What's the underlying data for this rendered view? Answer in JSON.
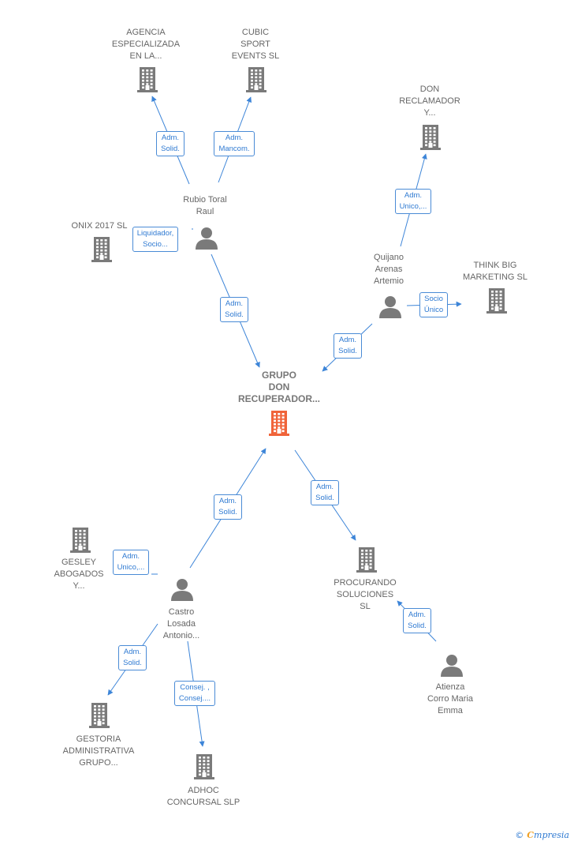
{
  "colors": {
    "edge": "#3d85d8",
    "company": "#7a7a7a",
    "focus": "#f0643a",
    "person": "#7a7a7a"
  },
  "nodes": [
    {
      "id": "grupo",
      "type": "company",
      "focus": true,
      "label": [
        "GRUPO",
        "DON",
        "RECUPERADOR..."
      ]
    },
    {
      "id": "agencia",
      "type": "company",
      "label": [
        "AGENCIA",
        "ESPECIALIZADA",
        "EN LA..."
      ]
    },
    {
      "id": "cubic",
      "type": "company",
      "label": [
        "CUBIC",
        "SPORT",
        "EVENTS  SL"
      ]
    },
    {
      "id": "onix",
      "type": "company",
      "label": [
        "ONIX 2017  SL"
      ]
    },
    {
      "id": "reclamador",
      "type": "company",
      "label": [
        "DON",
        "RECLAMADOR",
        "Y..."
      ]
    },
    {
      "id": "thinkbig",
      "type": "company",
      "label": [
        "THINK BIG",
        "MARKETING SL"
      ]
    },
    {
      "id": "gesley",
      "type": "company",
      "label": [
        "GESLEY",
        "ABOGADOS",
        "Y..."
      ]
    },
    {
      "id": "procurando",
      "type": "company",
      "label": [
        "PROCURANDO",
        "SOLUCIONES",
        "SL"
      ]
    },
    {
      "id": "gestoria",
      "type": "company",
      "label": [
        "GESTORIA",
        "ADMINISTRATIVA",
        "GRUPO..."
      ]
    },
    {
      "id": "adhoc",
      "type": "company",
      "label": [
        "ADHOC",
        "CONCURSAL SLP"
      ]
    },
    {
      "id": "rubio",
      "type": "person",
      "label": [
        "Rubio Toral",
        "Raul"
      ]
    },
    {
      "id": "quijano",
      "type": "person",
      "label": [
        "Quijano",
        "Arenas",
        "Artemio"
      ]
    },
    {
      "id": "castro",
      "type": "person",
      "label": [
        "Castro",
        "Losada",
        "Antonio..."
      ]
    },
    {
      "id": "atienza",
      "type": "person",
      "label": [
        "Atienza",
        "Corro Maria",
        "Emma"
      ]
    }
  ],
  "edges": [
    {
      "from": "rubio",
      "to": "agencia",
      "label": [
        "Adm.",
        "Solid."
      ]
    },
    {
      "from": "rubio",
      "to": "cubic",
      "label": [
        "Adm.",
        "Mancom."
      ]
    },
    {
      "from": "rubio",
      "to": "onix",
      "label": [
        "Liquidador,",
        "Socio..."
      ]
    },
    {
      "from": "rubio",
      "to": "grupo",
      "label": [
        "Adm.",
        "Solid."
      ]
    },
    {
      "from": "quijano",
      "to": "reclamador",
      "label": [
        "Adm.",
        "Unico,..."
      ]
    },
    {
      "from": "quijano",
      "to": "thinkbig",
      "label": [
        "Socio",
        "Único"
      ]
    },
    {
      "from": "quijano",
      "to": "grupo",
      "label": [
        "Adm.",
        "Solid."
      ]
    },
    {
      "from": "castro",
      "to": "grupo",
      "label": [
        "Adm.",
        "Solid."
      ]
    },
    {
      "from": "castro",
      "to": "gesley",
      "label": [
        "Adm.",
        "Unico,..."
      ]
    },
    {
      "from": "castro",
      "to": "gestoria",
      "label": [
        "Adm.",
        "Solid."
      ]
    },
    {
      "from": "castro",
      "to": "adhoc",
      "label": [
        "Consej. ,",
        "Consej...."
      ]
    },
    {
      "from": "grupo",
      "to": "procurando",
      "label": [
        "Adm.",
        "Solid."
      ]
    },
    {
      "from": "atienza",
      "to": "procurando",
      "label": [
        "Adm.",
        "Solid."
      ]
    }
  ],
  "brand": {
    "copyright": "©",
    "name_first": "C",
    "name_rest": "mpresia"
  }
}
